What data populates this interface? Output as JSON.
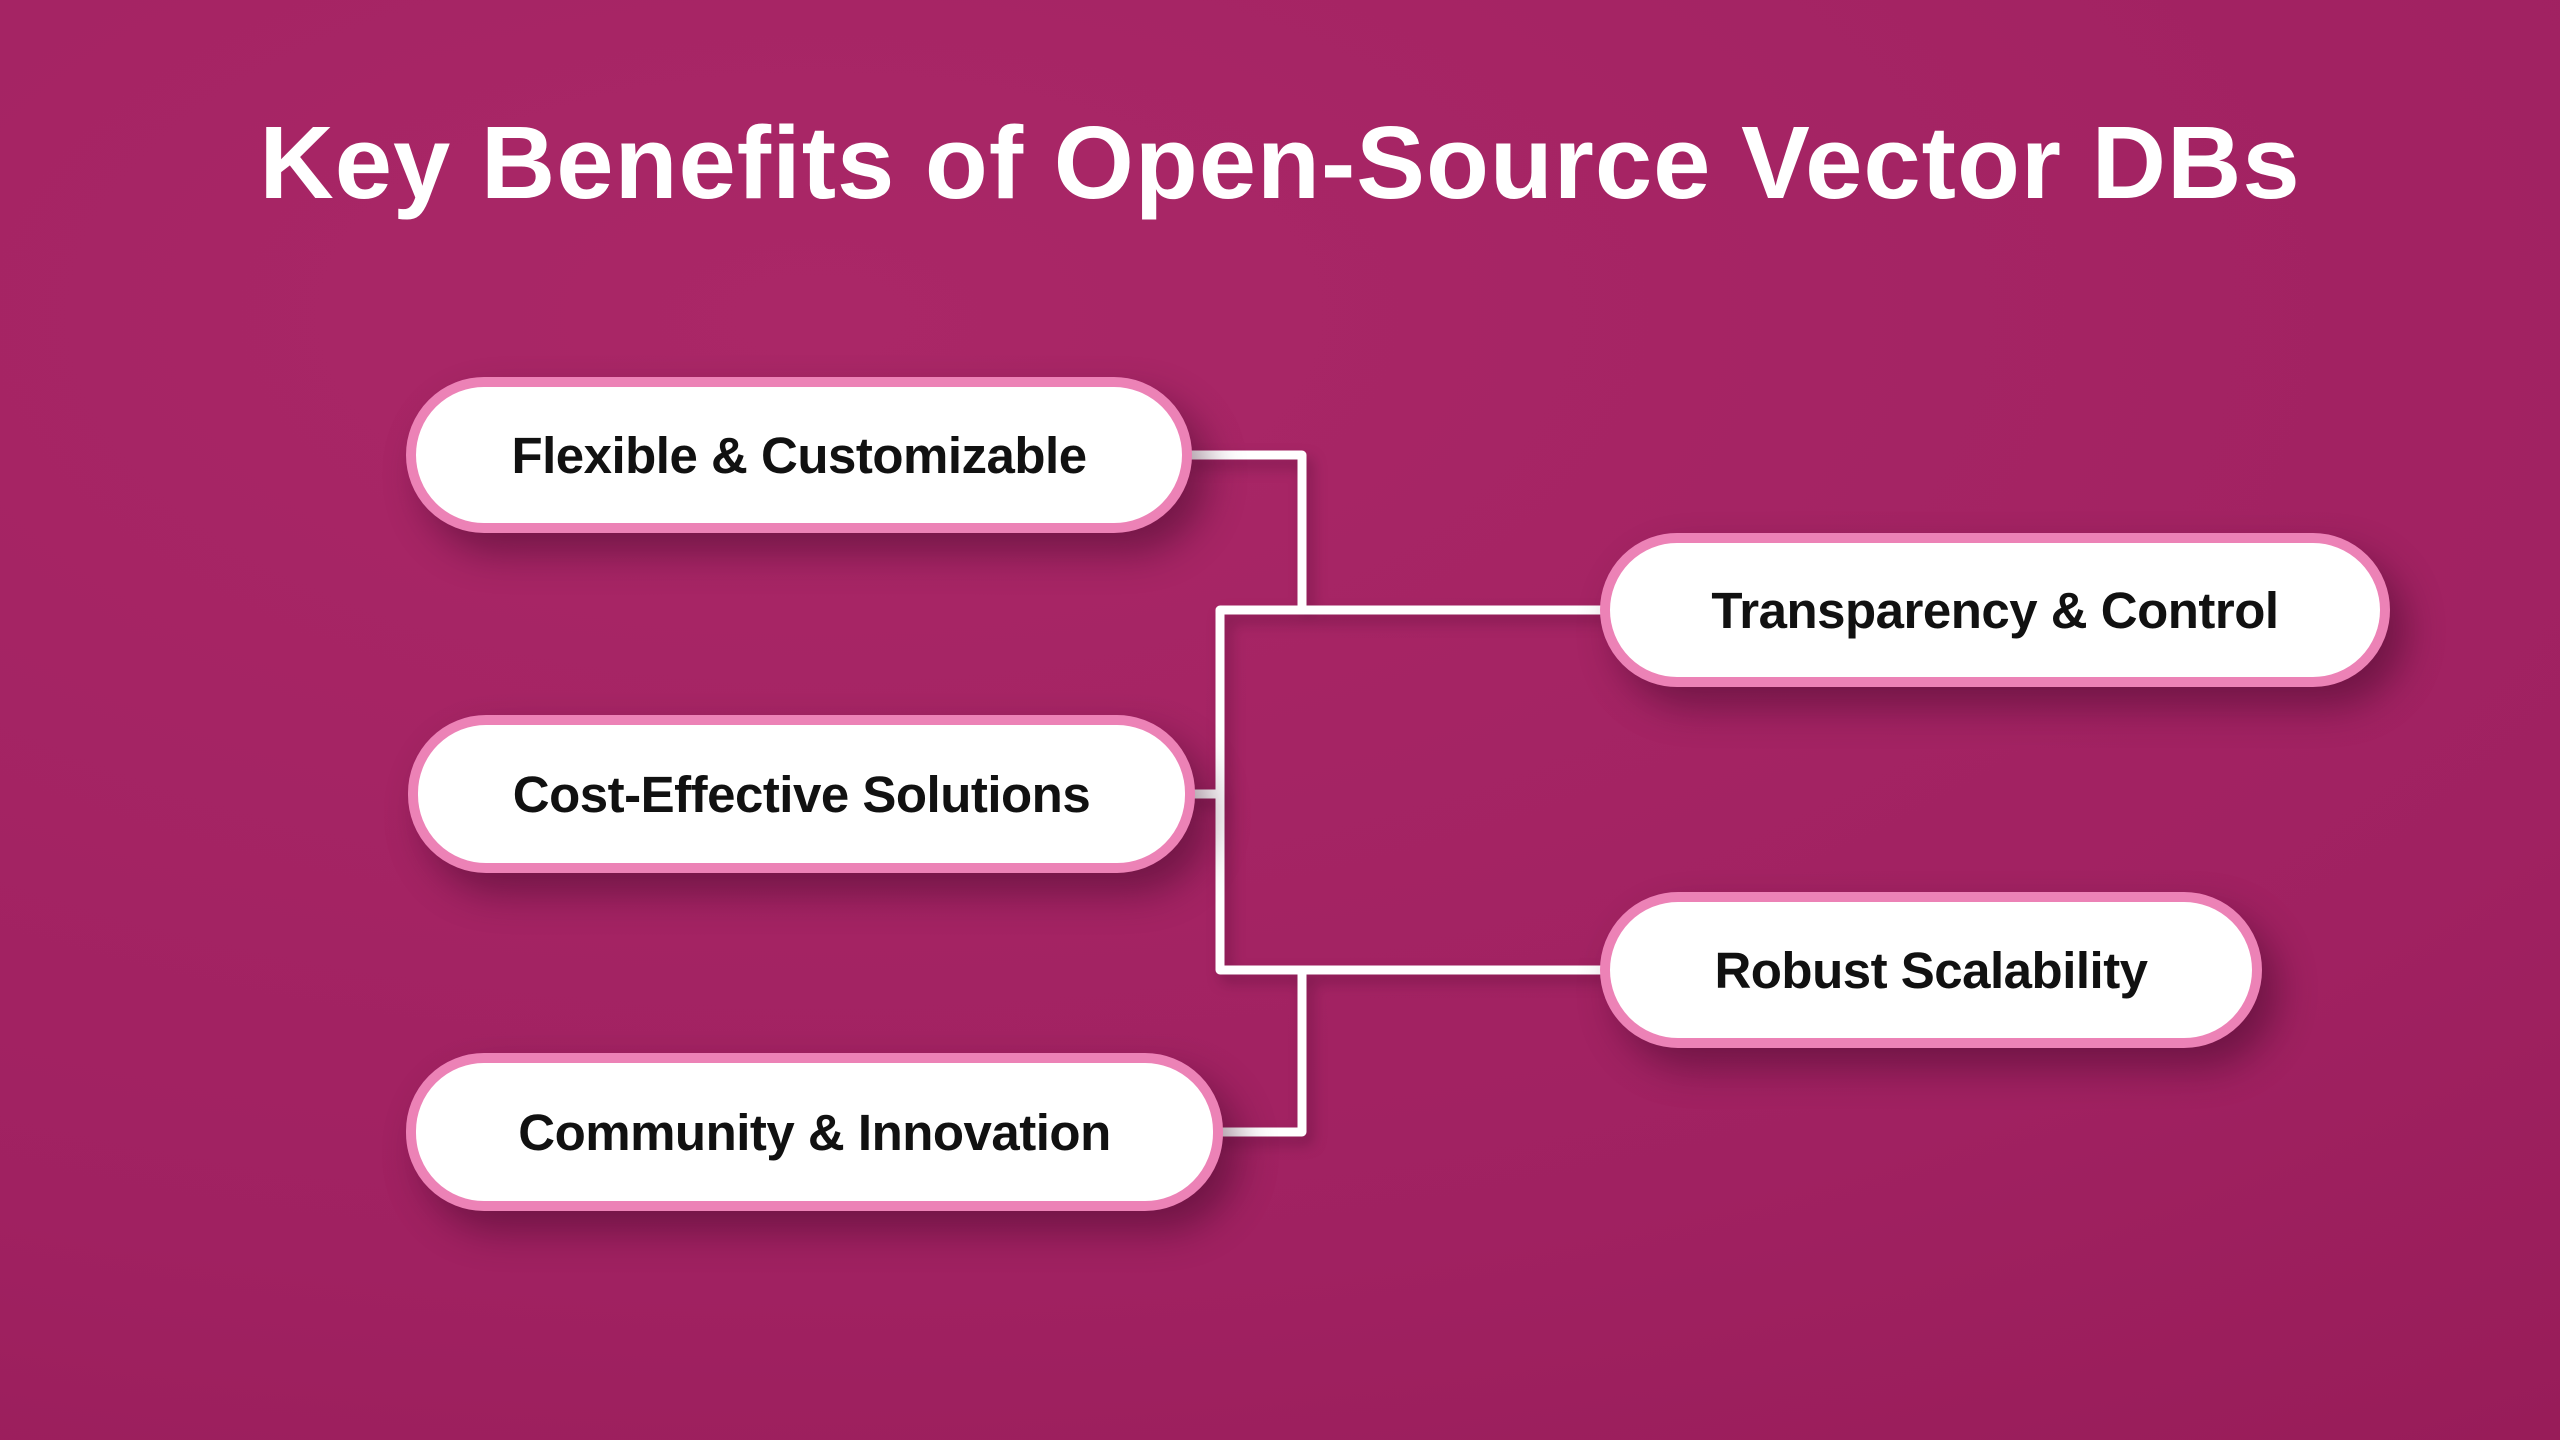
{
  "title": "Key Benefits of Open-Source Vector DBs",
  "nodes": [
    {
      "id": "flexible-customizable",
      "label": "Flexible & Customizable",
      "side": "left"
    },
    {
      "id": "cost-effective-solutions",
      "label": "Cost-Effective Solutions",
      "side": "left"
    },
    {
      "id": "community-innovation",
      "label": "Community & Innovation",
      "side": "left"
    },
    {
      "id": "transparency-control",
      "label": "Transparency & Control",
      "side": "right"
    },
    {
      "id": "robust-scalability",
      "label": "Robust Scalability",
      "side": "right"
    }
  ],
  "colors": {
    "background_start": "#aa2767",
    "background_mid": "#a02161",
    "background_end": "#8f1750",
    "node_fill": "#ffffff",
    "node_border": "#ec82b6",
    "node_text": "#111111",
    "title_text": "#ffffff",
    "connector": "#ffffff"
  }
}
